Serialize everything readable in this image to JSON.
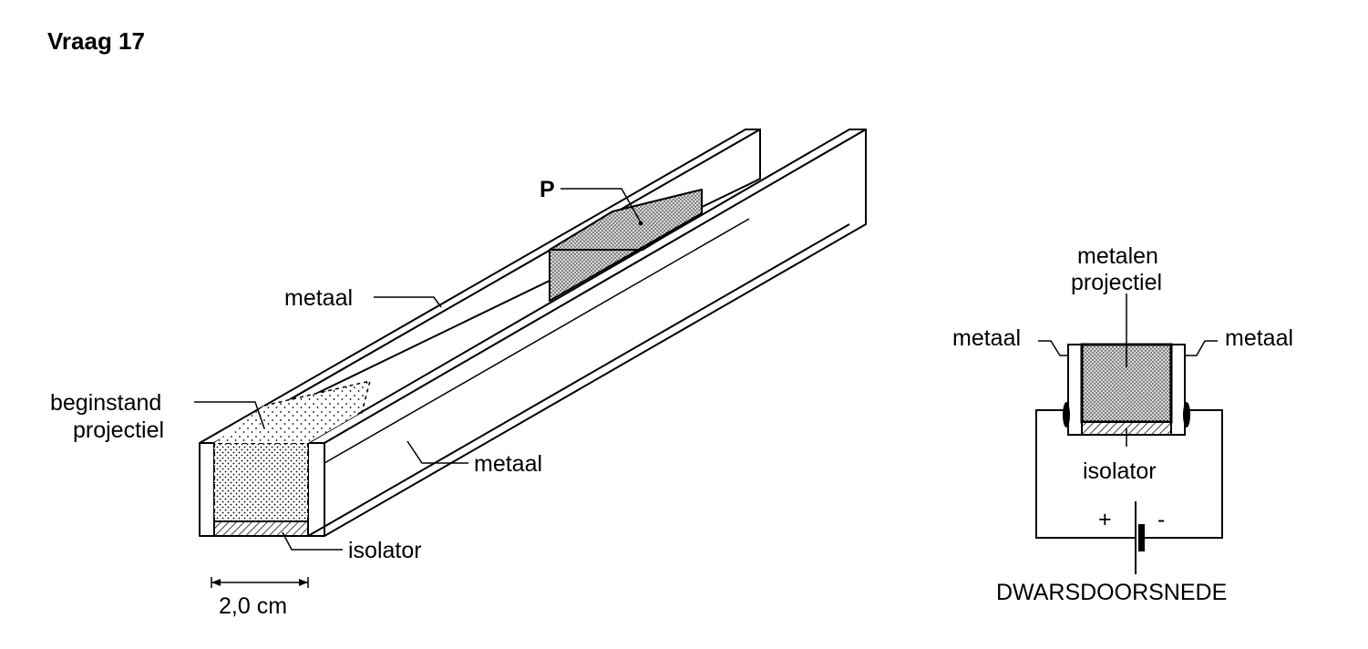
{
  "title": "Vraag 17",
  "rail_figure": {
    "label_p": "P",
    "label_metaal_top": "metaal",
    "label_metaal_side": "metaal",
    "label_beginstand_line1": "beginstand",
    "label_beginstand_line2": "projectiel",
    "label_isolator": "isolator",
    "dimension": "2,0 cm"
  },
  "cross_section": {
    "label_projectiel_line1": "metalen",
    "label_projectiel_line2": "projectiel",
    "label_metaal_left": "metaal",
    "label_metaal_right": "metaal",
    "label_isolator": "isolator",
    "battery_plus": "+",
    "battery_minus": "-",
    "caption": "DWARSDOORSNEDE"
  },
  "colors": {
    "ink": "#000000",
    "paper": "#ffffff"
  }
}
